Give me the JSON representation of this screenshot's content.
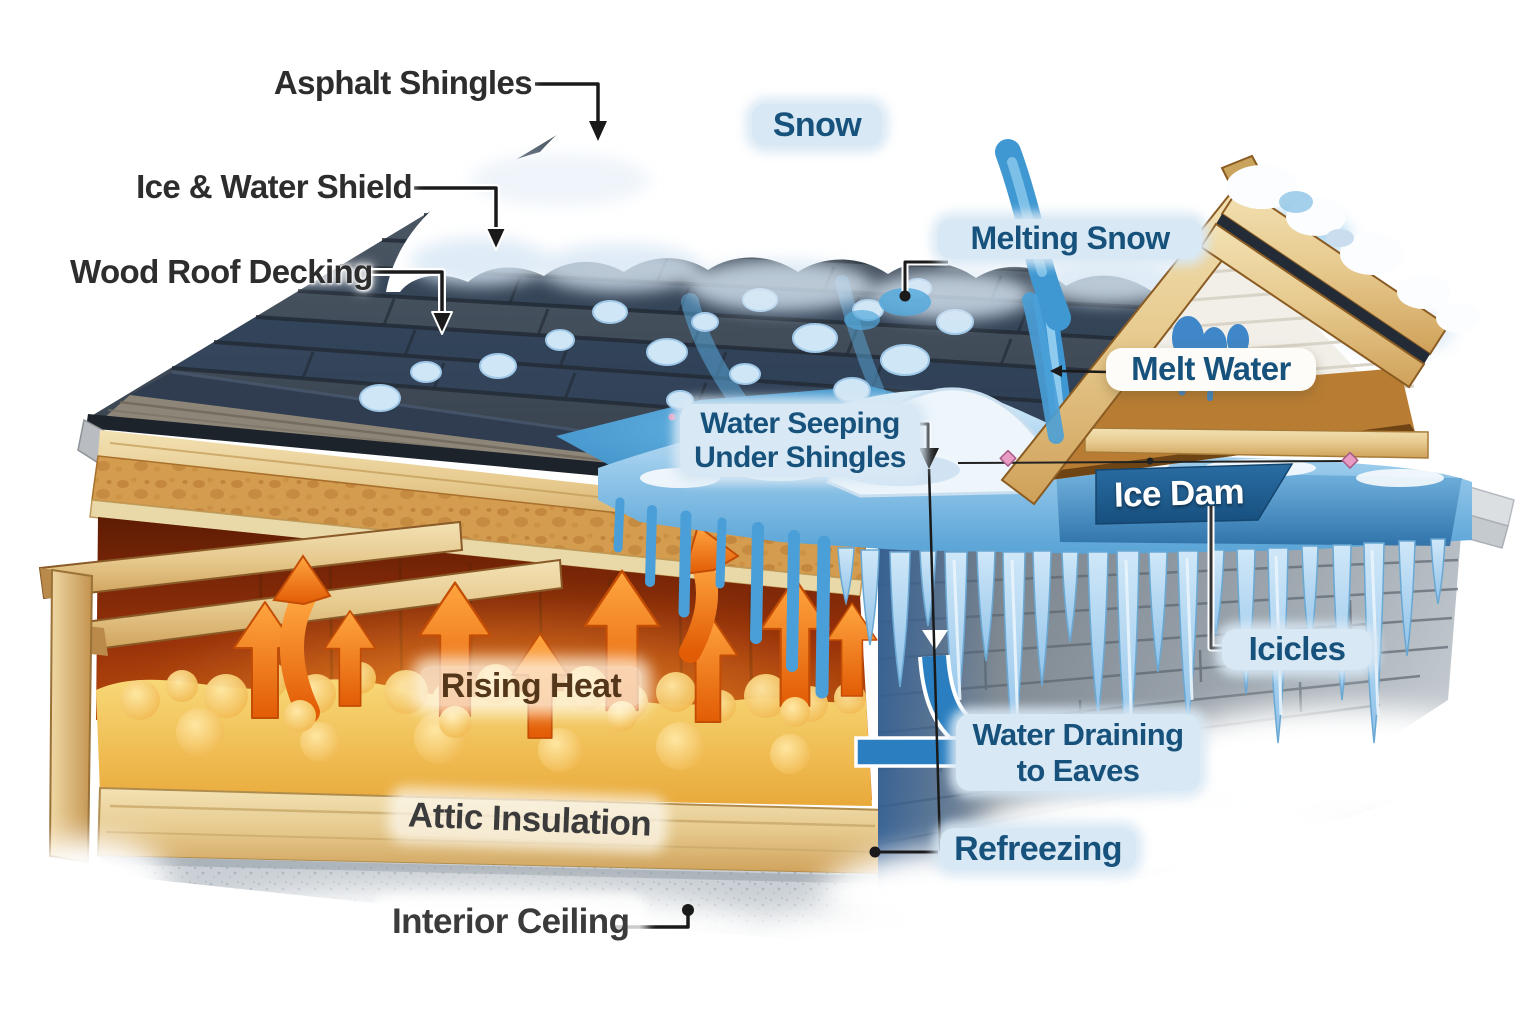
{
  "figure": {
    "type": "cutaway-diagram",
    "subject": "Ice dam formation on a roof - house cross-section",
    "labels": {
      "asphalt_shingles": "Asphalt Shingles",
      "snow": "Snow",
      "ice_water_shield": "Ice & Water Shield",
      "wood_roof_decking": "Wood Roof Decking",
      "melting_snow": "Melting Snow",
      "melt_water": "Melt Water",
      "water_seeping_1": "Water Seeping",
      "water_seeping_2": "Under Shingles",
      "ice_dam": "Ice Dam",
      "icicles": "Icicles",
      "rising_heat": "Rising Heat",
      "water_draining_1": "Water Draining",
      "water_draining_2": "to Eaves",
      "refreezing": "Refreezing",
      "attic_insulation": "Attic Insulation",
      "interior_ceiling": "Interior Ceiling"
    },
    "palette": {
      "label_navy": "#17527C",
      "label_dark": "#2D2D2D",
      "wood_label": "#3B3B3B",
      "heat_label": "#54361B",
      "banner_bg": "#1D5C8E",
      "banner_text": "#FFFFFF",
      "badge_blue": "#D8E8F4",
      "badge_white": "#FDFCF8",
      "water_blue": "#3E98D4",
      "heat_orange": "#F07818",
      "shingle_dark": "#3A4450",
      "siding_gray": "#9AA4AC",
      "insulation_yellow": "#F5C85E",
      "cork_tan": "#D9A050",
      "wood_pine": "#E8CE96",
      "ice_blue": "#BFE0F2"
    }
  }
}
